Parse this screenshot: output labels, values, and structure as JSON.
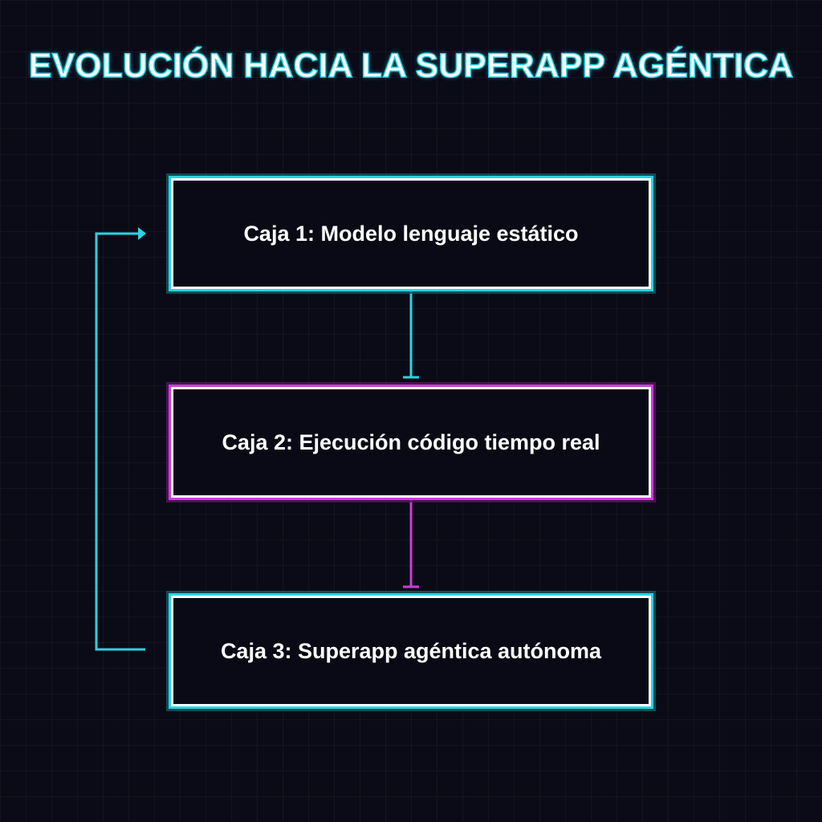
{
  "title": "EVOLUCIÓN HACIA LA SUPERAPP AGÉNTICA",
  "boxes": [
    {
      "label": "Caja 1: Modelo lenguaje estático"
    },
    {
      "label": "Caja 2: Ejecución código tiempo real"
    },
    {
      "label": "Caja 3: Superapp agéntica autónoma"
    }
  ],
  "colors": {
    "background": "#0b0b17",
    "cyan": "#2bd2e3",
    "magenta": "#c93fd8",
    "box_border": "#ffffff",
    "text": "#ffffff"
  }
}
